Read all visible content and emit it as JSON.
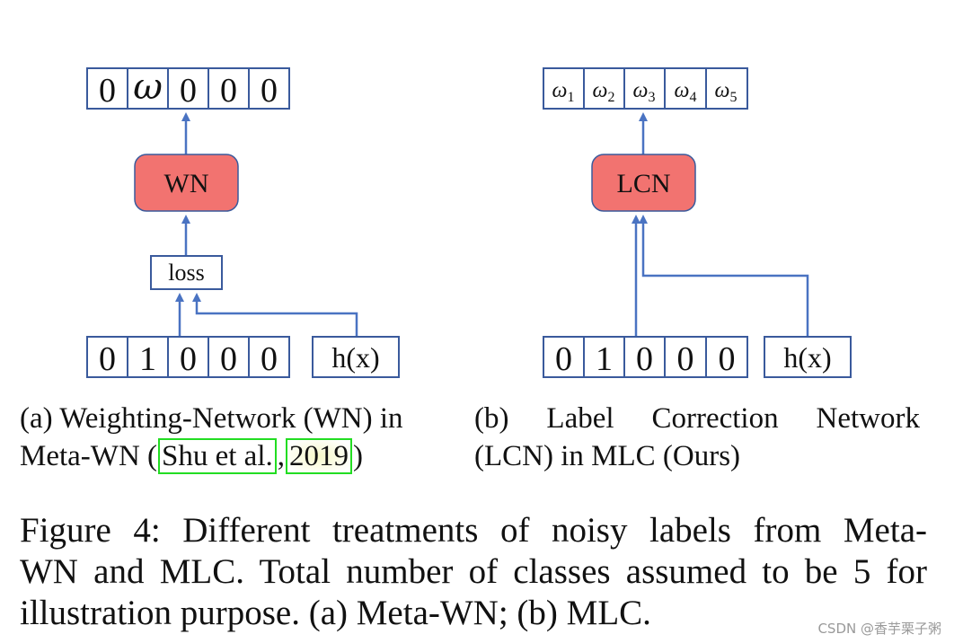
{
  "diagram_a": {
    "output_cells": [
      "0",
      "ω",
      "0",
      "0",
      "0"
    ],
    "node_label": "WN",
    "loss_label": "loss",
    "input_cells": [
      "0",
      "1",
      "0",
      "0",
      "0"
    ],
    "hx_label": "h(x)"
  },
  "diagram_b": {
    "output_cells": [
      {
        "base": "ω",
        "sub": "1"
      },
      {
        "base": "ω",
        "sub": "2"
      },
      {
        "base": "ω",
        "sub": "3"
      },
      {
        "base": "ω",
        "sub": "4"
      },
      {
        "base": "ω",
        "sub": "5"
      }
    ],
    "node_label": "LCN",
    "input_cells": [
      "0",
      "1",
      "0",
      "0",
      "0"
    ],
    "hx_label": "h(x)"
  },
  "colors": {
    "box_border": "#3a5a9c",
    "node_fill": "#f27370",
    "arrow": "#4a73c2",
    "cite_box": "#22dd22"
  },
  "subcaption_a": {
    "line1": "(a) Weighting-Network (WN) in",
    "line2_prefix": "Meta-WN (",
    "cite_author": "Shu et al.",
    "cite_sep": ",",
    "cite_year": "2019",
    "line2_suffix": ")"
  },
  "subcaption_b": {
    "line1_words": [
      "(b)",
      "Label",
      "Correction",
      "Network"
    ],
    "line2": "(LCN) in MLC (Ours)"
  },
  "caption": {
    "line1": "Figure 4: Different treatments of noisy labels from Meta-",
    "line2": "WN and MLC. Total number of classes assumed to be 5 for",
    "line3": "illustration purpose. (a) Meta-WN; (b) MLC."
  },
  "watermark": "CSDN @香芋栗子粥"
}
